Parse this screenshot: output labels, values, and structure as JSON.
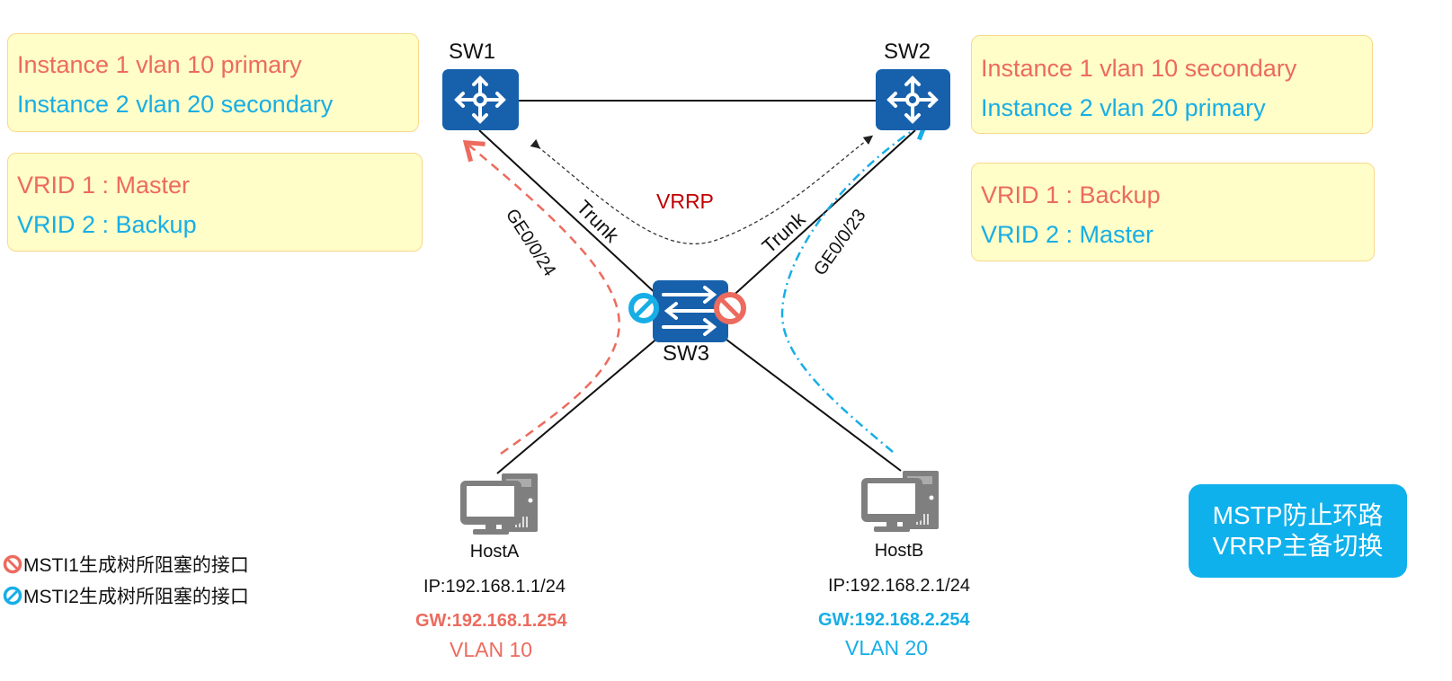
{
  "colors": {
    "red": "#EC6B5E",
    "blue": "#17AEE6",
    "device_blue": "#1761AC",
    "note_bg": "#FFFDC8",
    "vrrp_label": "#C00000",
    "summary_bg": "#0FB1EC",
    "host_gray": "#7F7F7F"
  },
  "devices": {
    "sw1": {
      "label": "SW1",
      "icon": "router-icon"
    },
    "sw2": {
      "label": "SW2",
      "icon": "router-icon"
    },
    "sw3": {
      "label": "SW3",
      "icon": "switch-icon"
    }
  },
  "sw1_notes": {
    "mstp": [
      "Instance 1 vlan 10 primary",
      "Instance 2 vlan 20 secondary"
    ],
    "vrrp": [
      "VRID 1 : Master",
      "VRID 2 : Backup"
    ]
  },
  "sw2_notes": {
    "mstp": [
      "Instance 1 vlan 10 secondary",
      "Instance 2 vlan 20 primary"
    ],
    "vrrp": [
      "VRID 1 : Backup",
      "VRID 2 : Master"
    ]
  },
  "links": {
    "left_trunk": "Trunk",
    "right_trunk": "Trunk",
    "left_port": "GE0/0/24",
    "right_port": "GE0/0/23",
    "vrrp": "VRRP"
  },
  "hosts": [
    {
      "name": "HostA",
      "ip": "IP:192.168.1.1/24",
      "gw": "GW:192.168.1.254",
      "vlan": "VLAN 10",
      "icon": "pc-icon"
    },
    {
      "name": "HostB",
      "ip": "IP:192.168.2.1/24",
      "gw": "GW:192.168.2.254",
      "vlan": "VLAN 20",
      "icon": "pc-icon"
    }
  ],
  "legend": [
    {
      "icon": "blocked-red-icon",
      "text": "MSTI1生成树所阻塞的接口"
    },
    {
      "icon": "blocked-blue-icon",
      "text": "MSTI2生成树所阻塞的接口"
    }
  ],
  "summary": [
    "MSTP防止环路",
    "VRRP主备切换"
  ]
}
